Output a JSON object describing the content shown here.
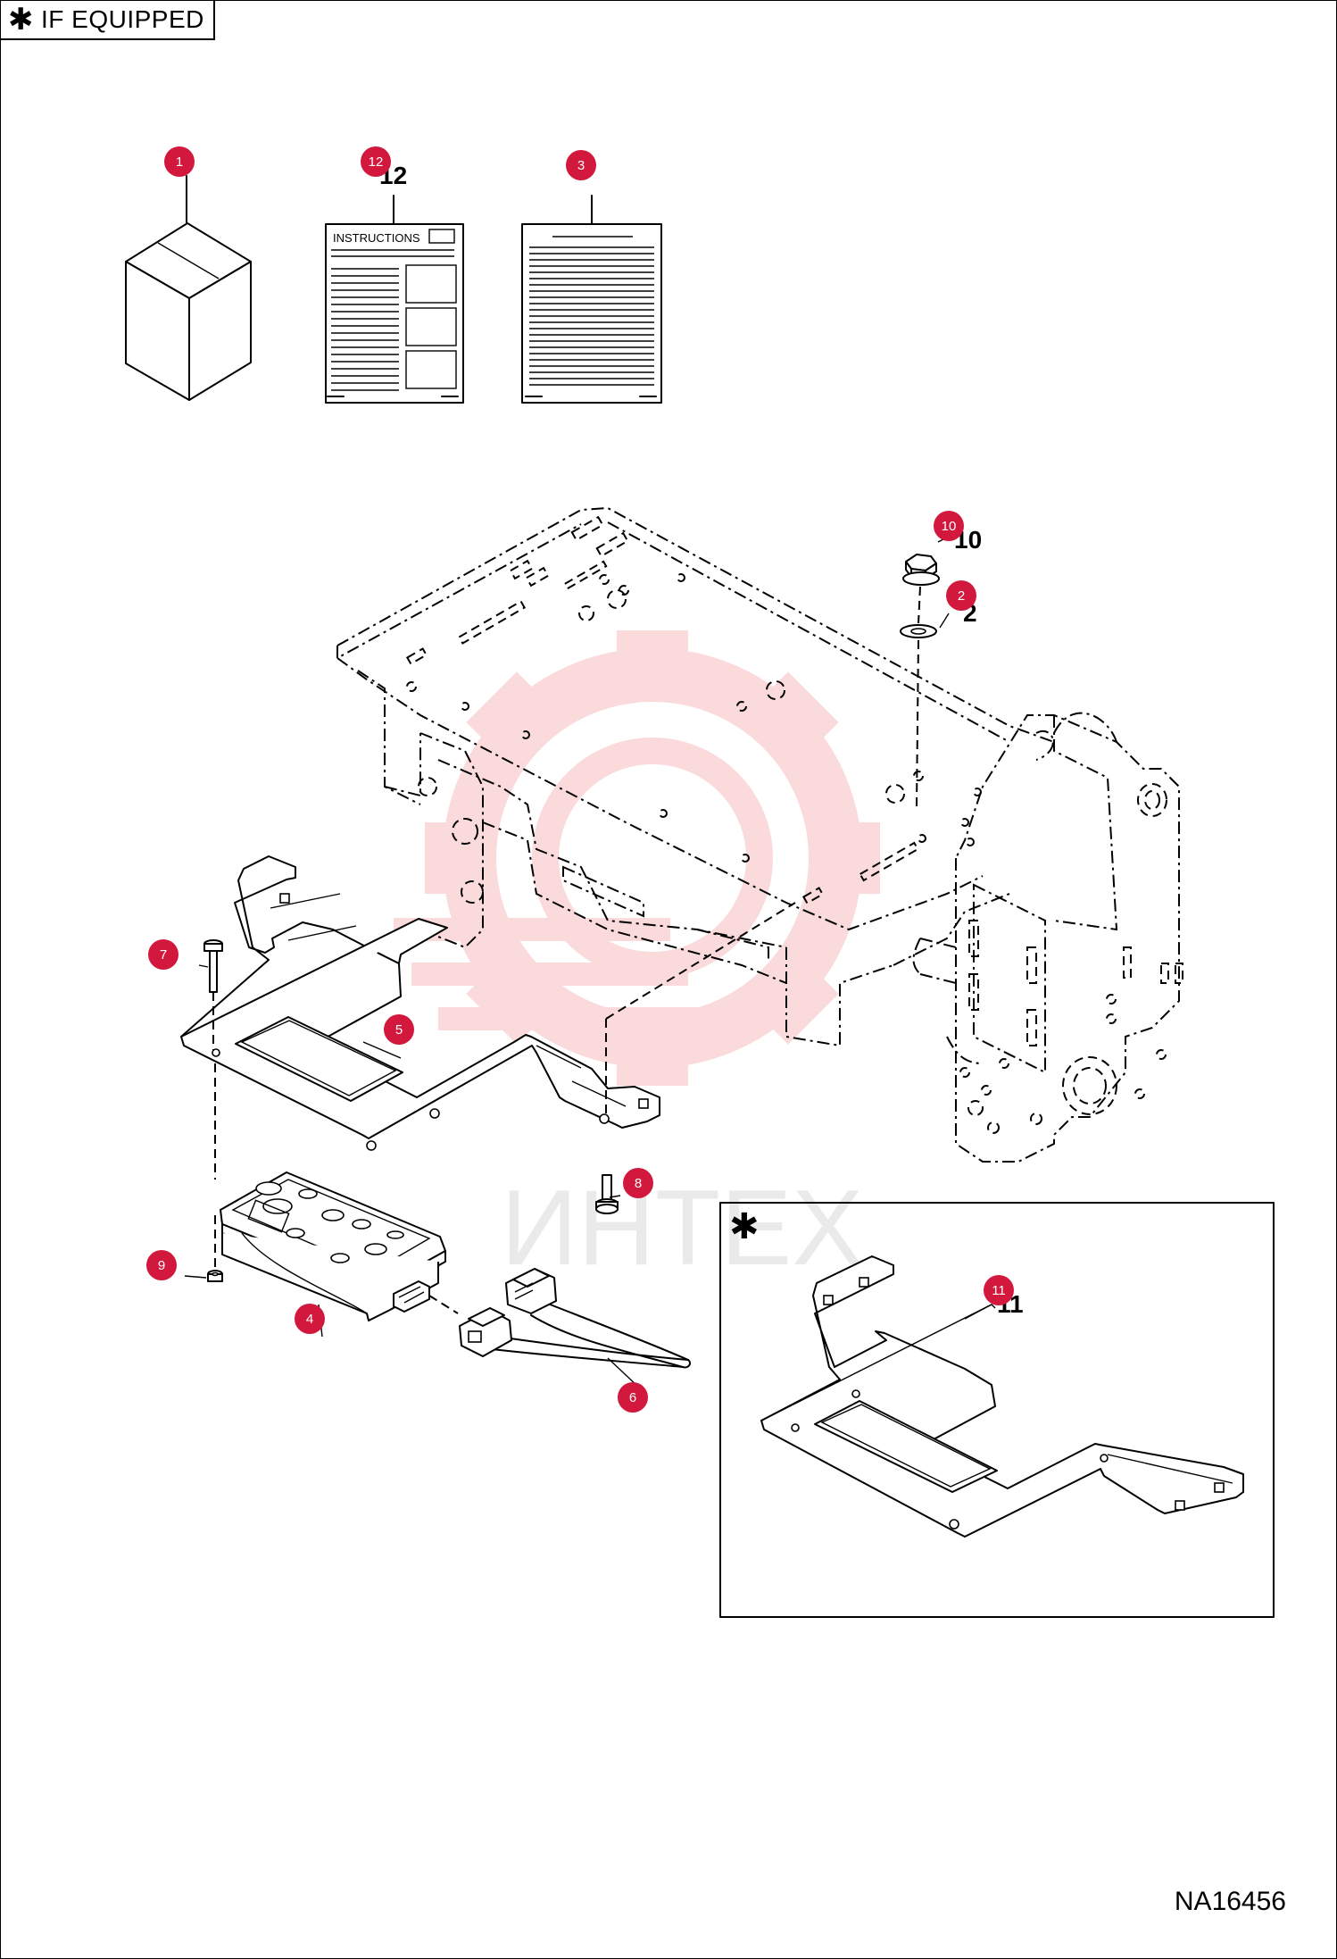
{
  "header": {
    "star": "✱",
    "label": "IF EQUIPPED"
  },
  "drawing_number": "NA16456",
  "instructions_label": "INSTRUCTIONS",
  "inset_star": "✱",
  "watermark": {
    "text": "ИНТЕХ",
    "color": "#e8323c"
  },
  "callout_color": "#d2183c",
  "part_labels": {
    "p2": "2",
    "p10": "10",
    "p11": "11",
    "p12": "12"
  },
  "callouts": [
    {
      "id": "1",
      "label": "1"
    },
    {
      "id": "12",
      "label": "12"
    },
    {
      "id": "3",
      "label": "3"
    },
    {
      "id": "10",
      "label": "10"
    },
    {
      "id": "2",
      "label": "2"
    },
    {
      "id": "7",
      "label": "7"
    },
    {
      "id": "5",
      "label": "5"
    },
    {
      "id": "8",
      "label": "8"
    },
    {
      "id": "9",
      "label": "9"
    },
    {
      "id": "4",
      "label": "4"
    },
    {
      "id": "6",
      "label": "6"
    },
    {
      "id": "11",
      "label": "11"
    }
  ]
}
